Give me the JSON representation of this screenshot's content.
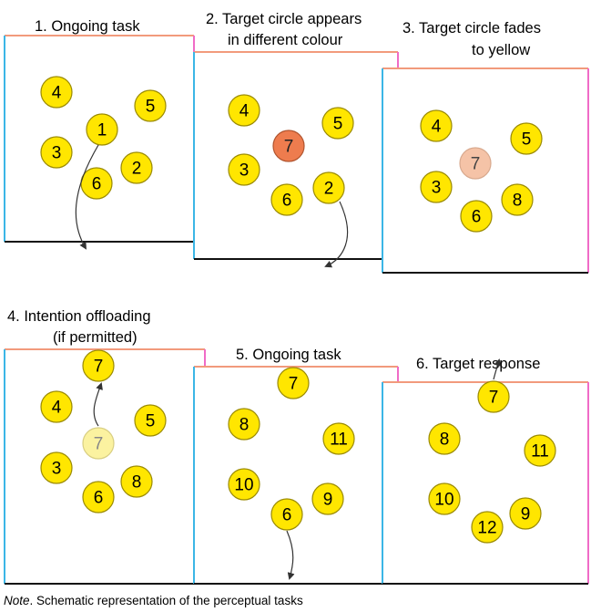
{
  "colors": {
    "circle_fill": "#FFE600",
    "circle_stroke": "#9A8A00",
    "target_orange": "#EE7C4E",
    "target_faded": "#F5C3A7",
    "offload_faded": "#FBF2A0",
    "frame_top": "#F29A7C",
    "frame_left": "#3BB6E6",
    "frame_right": "#F06BC7",
    "frame_bottom": "#111111"
  },
  "panels": [
    {
      "title_lines": [
        "1. Ongoing task"
      ],
      "circles": [
        {
          "label": "4"
        },
        {
          "label": "1"
        },
        {
          "label": "5"
        },
        {
          "label": "3"
        },
        {
          "label": "2"
        },
        {
          "label": "6"
        }
      ]
    },
    {
      "title_lines": [
        "2. Target circle appears",
        "in different colour"
      ],
      "circles": [
        {
          "label": "4"
        },
        {
          "label": "5"
        },
        {
          "label": "7",
          "style": "orange"
        },
        {
          "label": "3"
        },
        {
          "label": "2"
        },
        {
          "label": "6"
        }
      ]
    },
    {
      "title_lines": [
        "3. Target circle fades",
        "to yellow"
      ],
      "circles": [
        {
          "label": "4"
        },
        {
          "label": "5"
        },
        {
          "label": "7",
          "style": "faded"
        },
        {
          "label": "3"
        },
        {
          "label": "8"
        },
        {
          "label": "6"
        }
      ]
    },
    {
      "title_lines": [
        "4. Intention offloading",
        "(if permitted)"
      ],
      "circles": [
        {
          "label": "7"
        },
        {
          "label": "4"
        },
        {
          "label": "5"
        },
        {
          "label": "7",
          "style": "pale"
        },
        {
          "label": "3"
        },
        {
          "label": "8"
        },
        {
          "label": "6"
        }
      ]
    },
    {
      "title_lines": [
        "5. Ongoing task"
      ],
      "circles": [
        {
          "label": "7"
        },
        {
          "label": "8"
        },
        {
          "label": "11"
        },
        {
          "label": "10"
        },
        {
          "label": "9"
        },
        {
          "label": "6"
        }
      ]
    },
    {
      "title_lines": [
        "6. Target response"
      ],
      "circles": [
        {
          "label": "7"
        },
        {
          "label": "8"
        },
        {
          "label": "11"
        },
        {
          "label": "10"
        },
        {
          "label": "9"
        },
        {
          "label": "12"
        }
      ]
    }
  ],
  "note": {
    "prefix": "Note",
    "text": ".  Schematic representation of the perceptual tasks"
  }
}
